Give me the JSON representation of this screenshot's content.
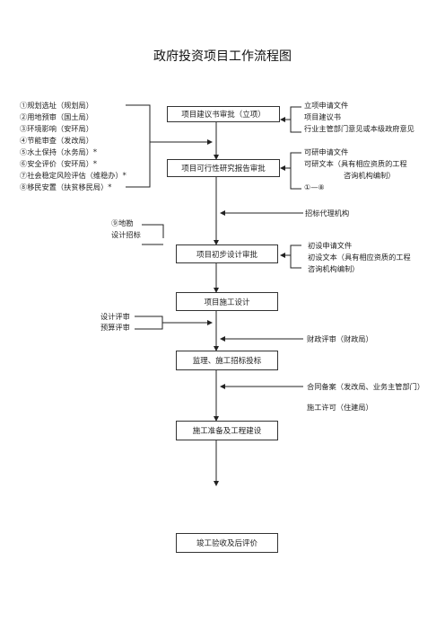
{
  "title": "政府投资项目工作流程图",
  "boxes": {
    "b1": "项目建议书审批（立项）",
    "b2": "项目可行性研究报告审批",
    "b3": "项目初步设计审批",
    "b4": "项目施工设计",
    "b5": "监理、施工招标投标",
    "b6": "施工准备及工程建设",
    "b7": "竣工验收及后评价"
  },
  "left_items": [
    "①规划选址（规划局）",
    "②用地预审（国土局）",
    "③环境影响（安环局）",
    "④节能审查（发改局）",
    "⑤水土保持（水务局）*",
    "⑥安全评价（安环局）*",
    "⑦社会稳定风险评估（维稳办）*",
    "⑧移民安置（扶贫移民局）*"
  ],
  "left_notes": {
    "survey_1": "⑨地勘",
    "survey_2": "设计招标",
    "review_1": "设计评审",
    "review_2": "预算评审"
  },
  "right_notes": {
    "r1": [
      "立项申请文件",
      "项目建议书",
      "行业主管部门意见或本级政府意见"
    ],
    "r2": [
      "可研申请文件",
      "可研文本（具有相应资质的工程",
      "咨询机构编制）",
      "①—⑧"
    ],
    "r3": "招标代理机构",
    "r4": [
      "初设申请文件",
      "初设文本（具有相应资质的工程",
      "咨询机构编制）"
    ],
    "r5": "财政评审（财政局）",
    "r6": "合同备案（发改局、业务主管部门）",
    "r7": "施工许可（住建局）"
  }
}
